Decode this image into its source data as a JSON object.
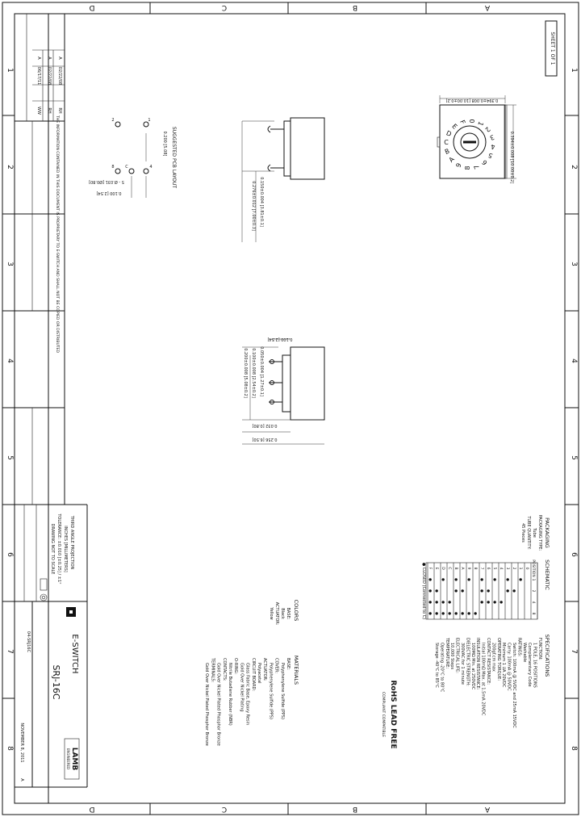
{
  "zone_letters": [
    "A",
    "B",
    "C",
    "D"
  ],
  "zone_numbers": [
    "1",
    "2",
    "3",
    "4",
    "5",
    "6",
    "7",
    "8"
  ],
  "sheet": "SHEET 1 OF 1",
  "title_block": {
    "part_number": "SRJ-16C",
    "company": "E-SWITCH",
    "logo_text": "LAMB",
    "logo_sub": "ENGINEERED",
    "drawing_number": "04-SRJ16C",
    "date": "NOVEMBER 8, 2011",
    "revision": "A",
    "scale_note": "DRAWING NOT TO SCALE",
    "tolerance": "TOLERANCE: ±0.010 [±0.25] / ±1°",
    "units": "INCHES [MILLIMETERS]",
    "third_angle": "THIRD ANGLE PROJECTION"
  },
  "proprietary_note": "THE INFORMATION CONTAINED IN THIS DOCUMENT IS PROPRIETARY TO E-SWITCH AND SHALL NOT BE COPIED OR DISTRIBUTED",
  "revision_history": [
    {
      "rev": "A",
      "date": "02/22/08",
      "by": "RH"
    },
    {
      "rev": "A",
      "date": "02/22/08",
      "by": "RH"
    },
    {
      "rev": "A",
      "date": "06/17/11",
      "by": "WW"
    }
  ],
  "specifications": {
    "heading": "SPECIFICATIONS",
    "lines": [
      "FUNCTION:",
      "1 POLE, 16 POSITIONS",
      "Complementary Code",
      "Washable",
      "RATINGS:",
      "Switch: 100mA @ 5VDC and 25mA 15VDC",
      "Carry: 100mA @ 50VDC",
      "Minimum 1 UA 20VDC",
      "OPERATING TORQUE:",
      "200gf.cm max",
      "CONTACT RESISTANCE:",
      "Initial 100mΩ Max. at 1.5mA 20VDC",
      "INSULATION RESISTANCE:",
      "100MΩ Min. at 250VDC",
      "DIELECTRIC STRENGTH:",
      "300VAC for 1 minute",
      "ELECTRICAL LIFE:",
      "10,000 Steps",
      "TEMPERATURE:",
      "Operating -20°C to 80°C",
      "Storage -40°C to 85°C"
    ],
    "rohs": "RoHS LEAD FREE",
    "rohs_sub": "COMPLIANT   COMPATIBLE"
  },
  "materials": {
    "heading": "MATERIALS",
    "lines": [
      "BASE:",
      "Polyphenylene Sulfide (PPS)",
      "COVER:",
      "Polyphenylene Sulfide (PPS)",
      "ACTUATOR:",
      "Polyacetal",
      "CIRCUIT BOARD:",
      "Glass Fabric Base, Epoxy Resin",
      "Gold Over Nickel Plating",
      "O-RING:",
      "Nitrile Butadiene Rubber (NBR)",
      "CONTACTS:",
      "Gold Over Nickel Plated Phosphor Bronze",
      "TERMINALS:",
      "Gold Over Nickel Plated Phosphor Bronze"
    ]
  },
  "colors": {
    "heading": "COLORS",
    "lines": [
      "BASE:",
      "Black",
      "ACTUATOR:",
      "Yellow"
    ]
  },
  "packaging": {
    "heading": "PACKAGING",
    "lines": [
      "PACKAGING TYPE:",
      "Tube",
      "TUBE QUANTITY:",
      "45 Pieces"
    ]
  },
  "schematic": {
    "heading": "SCHEMATIC",
    "header": [
      "POSITION",
      "1",
      "2",
      "4",
      "8"
    ],
    "rows": [
      [
        "0",
        "",
        "",
        "",
        ""
      ],
      [
        "1",
        "●",
        "",
        "",
        ""
      ],
      [
        "2",
        "",
        "●",
        "",
        ""
      ],
      [
        "3",
        "●",
        "●",
        "",
        ""
      ],
      [
        "4",
        "",
        "",
        "●",
        ""
      ],
      [
        "5",
        "●",
        "",
        "●",
        ""
      ],
      [
        "6",
        "",
        "●",
        "●",
        ""
      ],
      [
        "7",
        "●",
        "●",
        "●",
        ""
      ],
      [
        "8",
        "",
        "",
        "",
        "●"
      ],
      [
        "9",
        "●",
        "",
        "",
        "●"
      ],
      [
        "A",
        "",
        "●",
        "",
        "●"
      ],
      [
        "B",
        "●",
        "●",
        "",
        "●"
      ],
      [
        "C",
        "",
        "",
        "●",
        "●"
      ],
      [
        "D",
        "●",
        "",
        "●",
        "●"
      ],
      [
        "E",
        "",
        "●",
        "●",
        "●"
      ],
      [
        "F",
        "●",
        "●",
        "●",
        "●"
      ]
    ],
    "note": "● CLOSED (Connected to C)"
  },
  "dimensions": {
    "top_width": "0.394±0.008 [10.00±0.2]",
    "top_height": "0.394±0.008 [10.00±0.2]",
    "dial_chars": "0123456789ABCDEF",
    "pcb_heading": "SUGGESTED PCB LAYOUT",
    "pcb_a": "0.200 [5.08]",
    "pcb_b": "0.100 [2.54]",
    "pcb_c": "5 - Ø.031 [Ø0.80]",
    "pcb_labels": [
      "1",
      "2",
      "C",
      "8",
      "4"
    ],
    "side_a": "0.150±0.004 [3.81±0.1]",
    "side_b": "0.276±0.012 [7.00±0.3]",
    "front_a": "0.100 [2.54]",
    "front_b": "0.050±0.004 [1.27±0.1]",
    "front_c": "0.100±0.008 [2.54±0.2]",
    "front_d": "0.200±0.008 [5.08±0.2]",
    "front_e": "0.032 [0.80]",
    "front_f": "0.256 [6.50]"
  }
}
